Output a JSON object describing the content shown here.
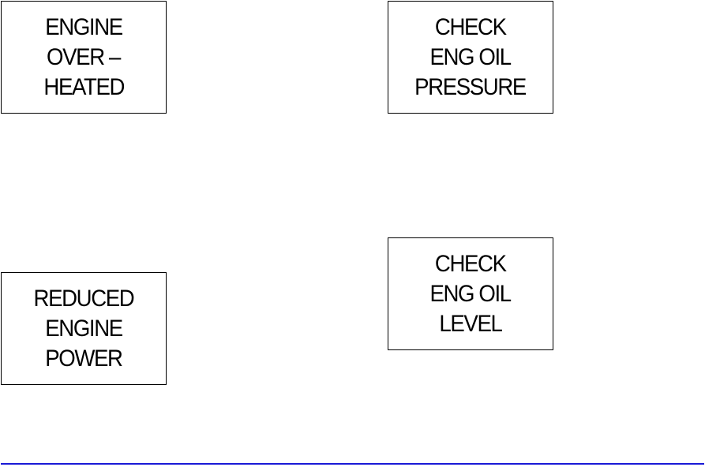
{
  "messages": [
    {
      "id": "overheated",
      "lines": [
        "ENGINE",
        "OVER –",
        "HEATED"
      ]
    },
    {
      "id": "oil_pressure",
      "lines": [
        "CHECK",
        "ENG OIL",
        "PRESSURE"
      ]
    },
    {
      "id": "reduced_power",
      "lines": [
        "REDUCED",
        "ENGINE",
        "POWER"
      ]
    },
    {
      "id": "oil_level",
      "lines": [
        "CHECK",
        "ENG OIL",
        "LEVEL"
      ]
    }
  ],
  "colors": {
    "text": "#000000",
    "border": "#000000",
    "rule": "#1a1ad6"
  }
}
